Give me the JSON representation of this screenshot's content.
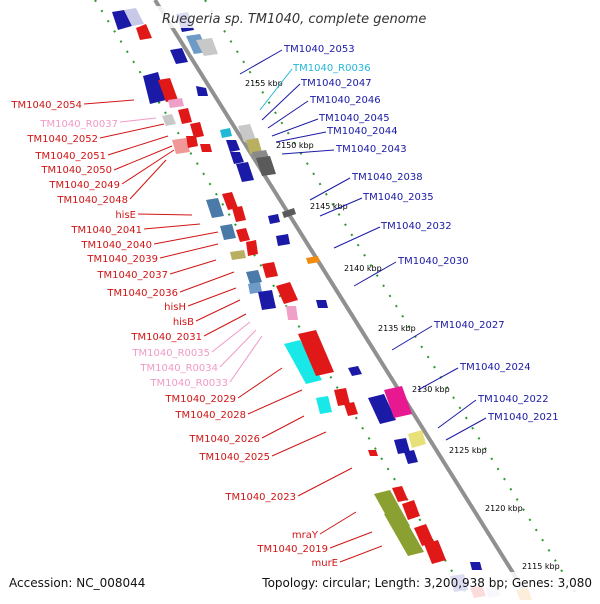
{
  "title": "Ruegeria sp. TM1040, complete genome",
  "footer": {
    "accession_label": "Accession:",
    "accession": "NC_008044",
    "topology_label": "Topology:",
    "topology": "circular;",
    "length_label": "Length:",
    "length": "3,200,938 bp;",
    "genes_label": "Genes:",
    "genes": "3,080"
  },
  "scale": [
    "2155 kbp",
    "2150 kbp",
    "2145 kbp",
    "2140 kbp",
    "2135 kbp",
    "2130 kbp",
    "2125 kbp",
    "2120 kbp",
    "2115 kbp"
  ],
  "right_labels": [
    {
      "text": "TM1040_2053",
      "color": "#1a1aa6"
    },
    {
      "text": "TM1040_R0036",
      "color": "#22b8d8"
    },
    {
      "text": "TM1040_2047",
      "color": "#1a1aa6"
    },
    {
      "text": "TM1040_2046",
      "color": "#1a1aa6"
    },
    {
      "text": "TM1040_2045",
      "color": "#1a1aa6"
    },
    {
      "text": "TM1040_2044",
      "color": "#1a1aa6"
    },
    {
      "text": "TM1040_2043",
      "color": "#1a1aa6"
    },
    {
      "text": "TM1040_2038",
      "color": "#1a1aa6"
    },
    {
      "text": "TM1040_2035",
      "color": "#1a1aa6"
    },
    {
      "text": "TM1040_2032",
      "color": "#1a1aa6"
    },
    {
      "text": "TM1040_2030",
      "color": "#1a1aa6"
    },
    {
      "text": "TM1040_2027",
      "color": "#1a1aa6"
    },
    {
      "text": "TM1040_2024",
      "color": "#1a1aa6"
    },
    {
      "text": "TM1040_2022",
      "color": "#1a1aa6"
    },
    {
      "text": "TM1040_2021",
      "color": "#1a1aa6"
    }
  ],
  "left_labels": [
    {
      "text": "TM1040_2054",
      "color": "#d01515"
    },
    {
      "text": "TM1040_R0037",
      "color": "#f09ac8"
    },
    {
      "text": "TM1040_2052",
      "color": "#d01515"
    },
    {
      "text": "TM1040_2051",
      "color": "#d01515"
    },
    {
      "text": "TM1040_2050",
      "color": "#d01515"
    },
    {
      "text": "TM1040_2049",
      "color": "#d01515"
    },
    {
      "text": "TM1040_2048",
      "color": "#d01515"
    },
    {
      "text": "hisE",
      "color": "#d01515"
    },
    {
      "text": "TM1040_2041",
      "color": "#d01515"
    },
    {
      "text": "TM1040_2040",
      "color": "#d01515"
    },
    {
      "text": "TM1040_2039",
      "color": "#d01515"
    },
    {
      "text": "TM1040_2037",
      "color": "#d01515"
    },
    {
      "text": "TM1040_2036",
      "color": "#d01515"
    },
    {
      "text": "hisH",
      "color": "#d01515"
    },
    {
      "text": "hisB",
      "color": "#d01515"
    },
    {
      "text": "TM1040_2031",
      "color": "#d01515"
    },
    {
      "text": "TM1040_R0035",
      "color": "#f09ac8"
    },
    {
      "text": "TM1040_R0034",
      "color": "#f09ac8"
    },
    {
      "text": "TM1040_R0033",
      "color": "#f09ac8"
    },
    {
      "text": "TM1040_2029",
      "color": "#d01515"
    },
    {
      "text": "TM1040_2028",
      "color": "#d01515"
    },
    {
      "text": "TM1040_2026",
      "color": "#d01515"
    },
    {
      "text": "TM1040_2025",
      "color": "#d01515"
    },
    {
      "text": "TM1040_2023",
      "color": "#d01515"
    },
    {
      "text": "mraY",
      "color": "#d01515"
    },
    {
      "text": "TM1040_2019",
      "color": "#d01515"
    },
    {
      "text": "murE",
      "color": "#d01515"
    }
  ]
}
